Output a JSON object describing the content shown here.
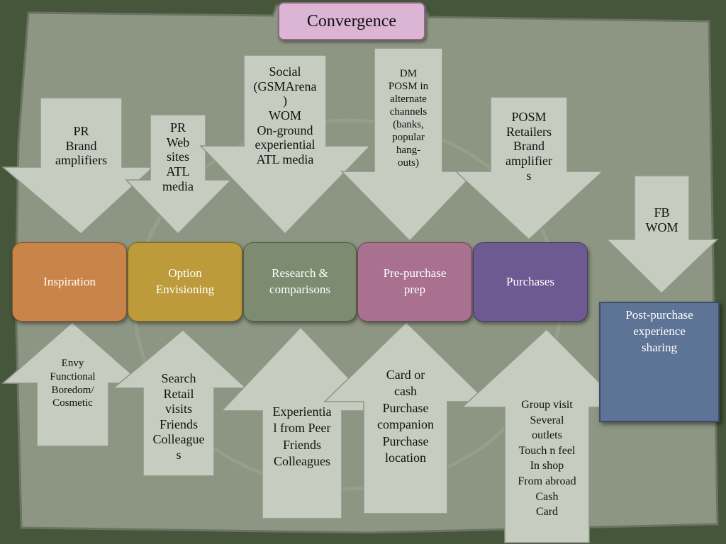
{
  "title": "Convergence",
  "stages": [
    {
      "label": "Inspiration",
      "color": "#c9844a"
    },
    {
      "label": "Option\nEnvisioning",
      "color": "#bd9b3a"
    },
    {
      "label": "Research &\ncomparisons",
      "color": "#7d8c70"
    },
    {
      "label": "Pre-purchase\nprep",
      "color": "#a9708f"
    },
    {
      "label": "Purchases",
      "color": "#6e5a92"
    }
  ],
  "post_purchase": {
    "label": "Post-purchase\nexperience\nsharing",
    "color": "#5e7496"
  },
  "top_arrows": [
    {
      "text": "PR\nBrand\namplifiers"
    },
    {
      "text": "PR\nWeb\nsites\nATL\nmedia"
    },
    {
      "text": "Social\n(GSMArena\n)\nWOM\nOn-ground\nexperiential\nATL media"
    },
    {
      "text": "DM\nPOSM in\nalternate\nchannels\n(banks,\npopular\nhang-\nouts)"
    },
    {
      "text": "POSM\nRetailers\nBrand\namplifier\ns"
    },
    {
      "text": "FB\nWOM"
    }
  ],
  "bottom_arrows": [
    {
      "text": "Envy\nFunctional\nBoredom/\nCosmetic"
    },
    {
      "text": "Search\nRetail\nvisits\nFriends\nColleague\ns"
    },
    {
      "text": "Experientia\nl from Peer\nFriends\nColleagues"
    },
    {
      "text": "Card or\ncash\nPurchase\ncompanion\nPurchase\nlocation"
    },
    {
      "text": "Group visit\nSeveral\noutlets\nTouch n feel\nIn shop\nFrom abroad\nCash\nCard"
    }
  ]
}
